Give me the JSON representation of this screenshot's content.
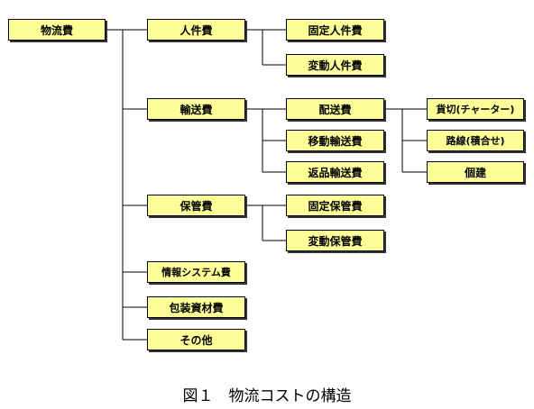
{
  "nodes": {
    "root": "物流費",
    "labor": "人件費",
    "labor_fixed": "固定人件費",
    "labor_variable": "変動人件費",
    "transport": "輸送費",
    "delivery": "配送費",
    "transfer": "移動輸送費",
    "return": "返品輸送費",
    "charter": "貨切(チャーター)",
    "route": "路線(積合せ)",
    "parcel": "個建",
    "storage": "保管費",
    "storage_fixed": "固定保管費",
    "storage_variable": "変動保管費",
    "info_system": "情報システム費",
    "packaging": "包装資材費",
    "other": "その他"
  },
  "caption": "図１　物流コストの構造",
  "colors": {
    "node_fill": "#ffff99",
    "border": "#000000",
    "shadow": "#333333"
  }
}
